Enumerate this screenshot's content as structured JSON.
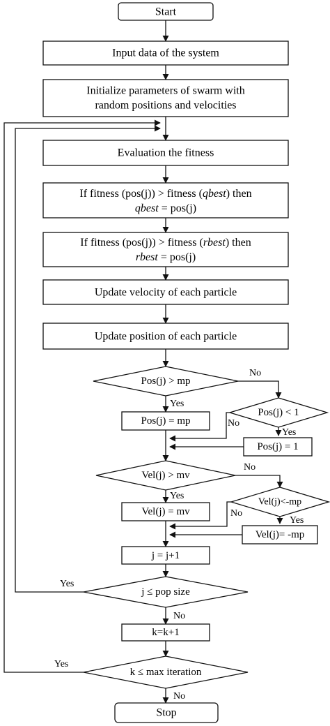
{
  "flowchart": {
    "start": "Start",
    "input": "Input data of the system",
    "init": [
      "Initialize parameters of swarm with",
      "random positions and velocities"
    ],
    "eval": "Evaluation the fitness",
    "qbest": {
      "l1_a": "If fitness (pos(j)) > fitness (",
      "l1_var": "qbest",
      "l1_b": ") then",
      "l2_var": "qbest",
      "l2_b": " = pos(j)"
    },
    "rbest": {
      "l1_a": "If fitness (pos(j)) > fitness (",
      "l1_var": "rbest",
      "l1_b": ") then",
      "l2_var": "rbest",
      "l2_b": " = pos(j)"
    },
    "update_vel": "Update velocity of each particle",
    "update_pos": "Update position of each particle",
    "pos_gt_mp": "Pos(j) > mp",
    "pos_eq_mp": "Pos(j) = mp",
    "pos_lt_1": "Pos(j) < 1",
    "pos_eq_1": "Pos(j) = 1",
    "vel_gt_mv": "Vel(j) > mv",
    "vel_eq_mv": "Vel(j) = mv",
    "vel_lt_mp": "Vel(j)<-mp",
    "vel_eq_mp": "Vel(j)= -mp",
    "j_inc": "j = j+1",
    "j_le_pop": "j ≤ pop size",
    "k_inc": "k=k+1",
    "k_le_max": "k ≤ max iteration",
    "stop": "Stop",
    "yes": "Yes",
    "no": "No"
  }
}
